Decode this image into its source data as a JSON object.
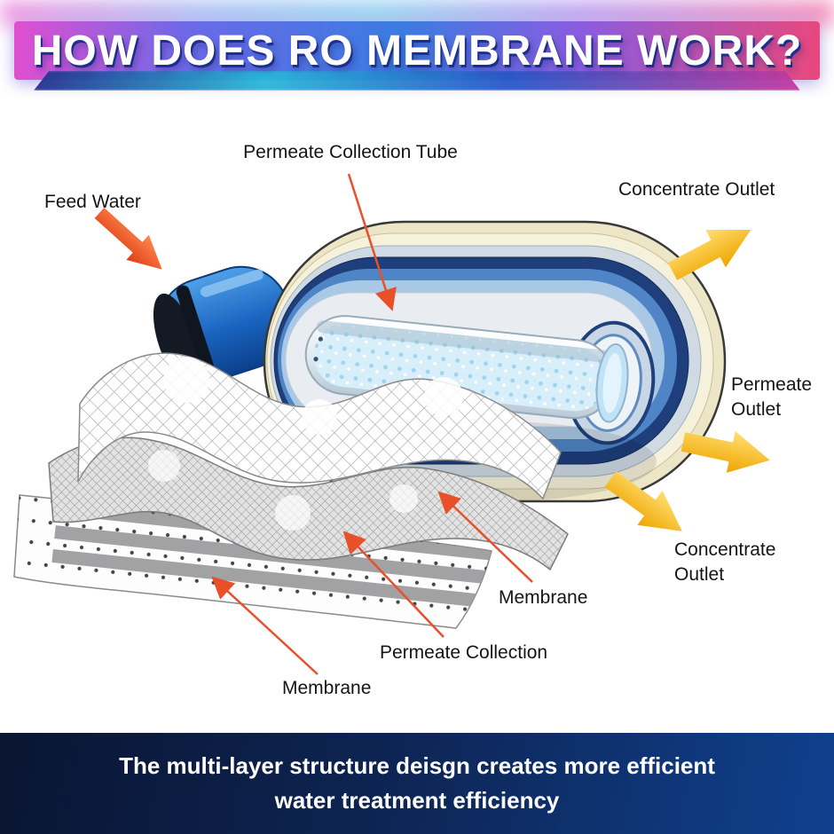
{
  "header": {
    "title": "HOW DOES RO MEMBRANE WORK?"
  },
  "labels": {
    "permeate_collection_tube": "Permeate Collection Tube",
    "feed_water": "Feed Water",
    "concentrate_outlet_top": "Concentrate Outlet",
    "permeate_outlet": "Permeate Outlet",
    "concentrate_outlet_bottom": "Concentrate Outlet",
    "membrane_mid": "Membrane",
    "permeate_collection": "Permeate Collection",
    "membrane_bottom": "Membrane"
  },
  "footer": {
    "line1": "The multi-layer structure deisgn creates more efficient",
    "line2": "water treatment efficiency"
  },
  "colors": {
    "banner_magenta": "#e14fd0",
    "banner_blue": "#3a7ce0",
    "banner_red": "#e8487c",
    "leader_orange": "#e8502a",
    "arrow_yellow": "#f5b000",
    "housing_blue": "#1a64c0",
    "layer_navy": "#1f3e7c",
    "shell_cream": "#ece5c6",
    "footer_navy_dark": "#0a1532",
    "footer_blue": "#10408e"
  }
}
